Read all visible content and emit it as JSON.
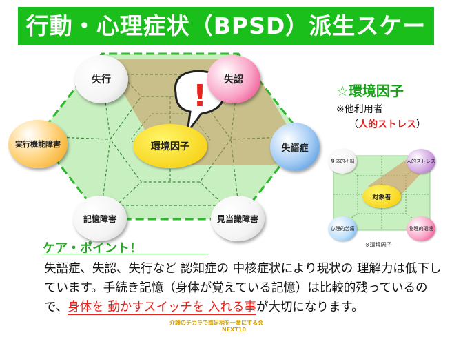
{
  "title": "行動・心理症状（BPSD）派生スケール",
  "center": {
    "label": "環境因子"
  },
  "nodes": {
    "top_left": "失行",
    "top_right": "失認",
    "left": "実行機能障害",
    "right": "失語症",
    "bottom_left": "記憶障害",
    "bottom_right": "見当識障害"
  },
  "alert": {
    "symbol": "!"
  },
  "environment": {
    "heading": "☆環境因子",
    "note": "※他利用者",
    "stress_open": "（",
    "stress": "人的ストレス",
    "stress_close": "）"
  },
  "mini_diagram": {
    "center": "対象者",
    "top_left": "身体的不調",
    "top_right": "人的ストレス",
    "bottom_left": "心理的苦痛",
    "bottom_right": "物理的環境",
    "caption": "※環境因子"
  },
  "care": {
    "heading": "ケア・ポイント！",
    "text_1": "失語症、失認、失行など 認知症の 中核症状により現状の 理解力は低下しています。手続き記憶（身体が覚えている記憶）は比較的残っているので、",
    "highlight": "身体を 動かすスイッチを 入れる事",
    "text_2": "が大切になります。"
  },
  "footer": {
    "line1": "介護のチカラで南足柄を一番にする会",
    "line2": "NEXT10"
  },
  "colors": {
    "title_bg": "#1bbf1b",
    "hex_fill": "#c8efc0",
    "hex_border": "#2db82d",
    "highlight_red": "#e8231e",
    "center_yellow": "#f5d800"
  }
}
